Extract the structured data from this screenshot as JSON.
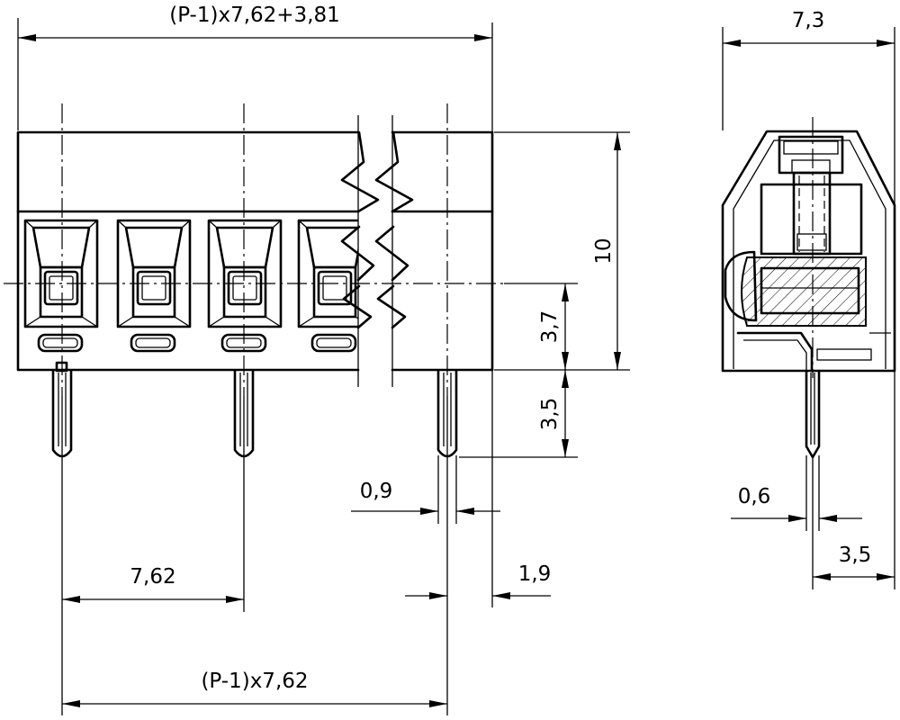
{
  "dimensions": {
    "overall_width": "(P-1)x7,62+3,81",
    "side_width": "7,3",
    "height": "10",
    "pin_axis_height": "3,7",
    "pin_length": "3,5",
    "pin_width": "0,9",
    "side_pin_width": "0,6",
    "pitch": "7,62",
    "edge_offset": "1,9",
    "pin_span": "(P-1)x7,62",
    "side_pin_offset": "3,5"
  },
  "colors": {
    "line": "#000000",
    "background": "#ffffff"
  }
}
